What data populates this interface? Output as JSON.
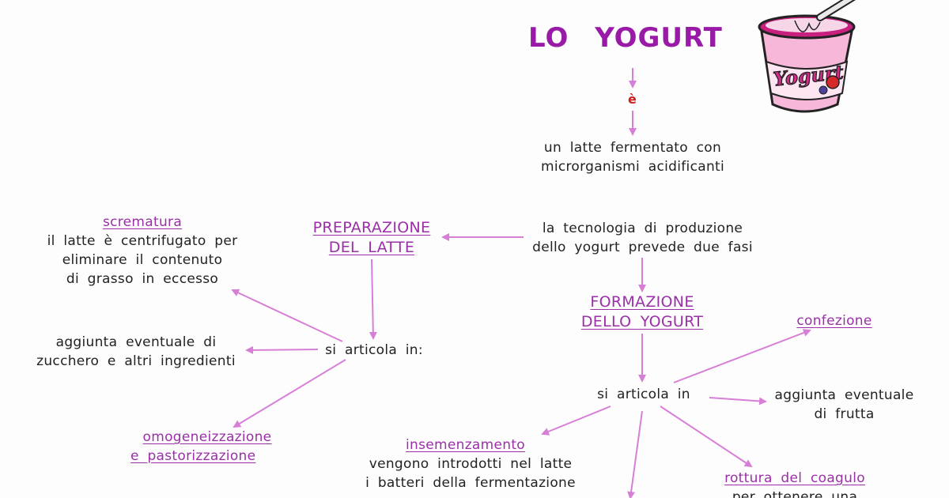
{
  "title": "LO YOGURT",
  "link_word": "è",
  "cup_logo": "Yogurt",
  "colors": {
    "title": "#9a1aa8",
    "heading": "#9b2fa8",
    "arrow": "#d77fd6",
    "link_word": "#d21a1a",
    "cup_pink": "#f4a6d4",
    "cup_magenta": "#c8207e"
  },
  "nodes": {
    "definition": {
      "lines": [
        "un latte fermentato con",
        "microrganismi acidificanti"
      ]
    },
    "technology": {
      "lines": [
        "la tecnologia di produzione",
        "dello yogurt prevede due fasi"
      ]
    },
    "milk_prep": {
      "lines": [
        "PREPARAZIONE",
        "DEL LATTE"
      ]
    },
    "yogurt_formation": {
      "lines": [
        "FORMAZIONE",
        "DELLO YOGURT"
      ]
    },
    "left_articulates": {
      "text": "si articola in:"
    },
    "right_articulates": {
      "text": "si articola in"
    },
    "skimming": {
      "heading": "scrematura",
      "lines": [
        "il latte è centrifugato per",
        "eliminare il contenuto",
        "di grasso in eccesso"
      ]
    },
    "sugar": {
      "lines": [
        "aggiunta eventuale di",
        "zucchero e altri ingredienti"
      ]
    },
    "homogenization": {
      "lines": [
        "omogeneizzazione",
        "e pastorizzazione"
      ]
    },
    "packaging": {
      "heading": "confezione"
    },
    "fruit": {
      "lines": [
        "aggiunta eventuale",
        "di frutta"
      ]
    },
    "inoculation": {
      "heading": "insemenzamento",
      "lines": [
        "vengono introdotti nel latte",
        "i batteri della fermentazione"
      ]
    },
    "curd": {
      "heading": "rottura del coagulo",
      "lines": [
        "per ottenere una"
      ]
    }
  }
}
